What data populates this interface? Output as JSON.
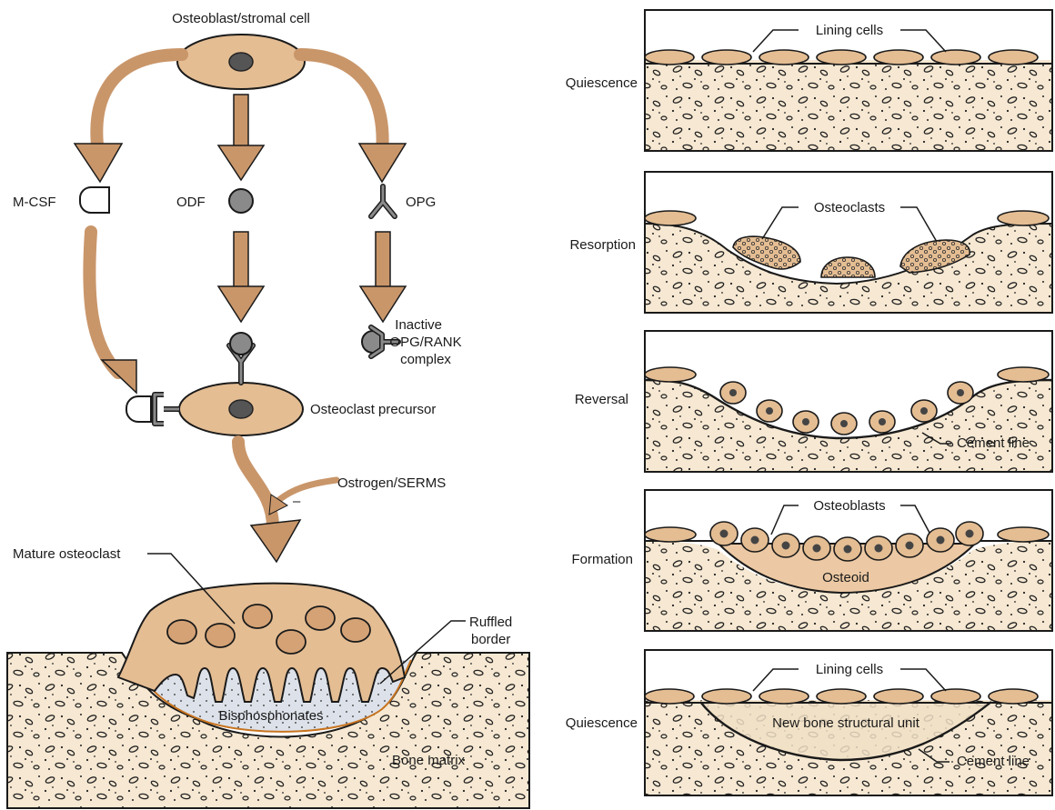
{
  "colors": {
    "cell": "#e4bd93",
    "cell_stroke": "#1a1a1a",
    "arrow": "#c9966a",
    "bone": "#f6e8d2",
    "ligand": "#8a8a8a",
    "resorption_pit": "#dde2ea",
    "pit_edge": "#c8741f",
    "osteoid": "#ecc9a4"
  },
  "left": {
    "top_cell_label": "Osteoblast/stromal cell",
    "mcsf_label": "M-CSF",
    "odf_label": "ODF",
    "opg_label": "OPG",
    "inactive_label": [
      "Inactive",
      "OPG/RANK",
      "complex"
    ],
    "precursor_label": "Osteoclast precursor",
    "estrogen_label": "Ostrogen/SERMS",
    "inhibit_mark": "–",
    "mature_label": "Mature osteoclast",
    "ruffled_label": [
      "Ruffled",
      "border"
    ],
    "bisphos_label": "Bisphosphonates",
    "matrix_label": "Bone matrix"
  },
  "right": {
    "panels": [
      {
        "stage": "Quiescence",
        "callout": "Lining cells",
        "extra": ""
      },
      {
        "stage": "Resorption",
        "callout": "Osteoclasts",
        "extra": ""
      },
      {
        "stage": "Reversal",
        "callout": "",
        "extra": "Cement line"
      },
      {
        "stage": "Formation",
        "callout": "Osteoblasts",
        "extra": "Osteoid"
      },
      {
        "stage": "Quiescence",
        "callout": "Lining cells",
        "extra": "New bone structural unit",
        "extra2": "Cement line"
      }
    ]
  }
}
